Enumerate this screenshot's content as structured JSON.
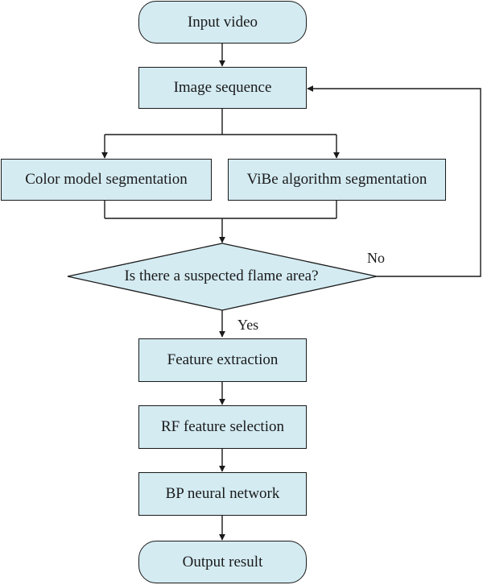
{
  "colors": {
    "node_fill": "#d4ebf2",
    "stroke": "#1a1a1a"
  },
  "nodes": {
    "input_video": "Input video",
    "image_sequence": "Image sequence",
    "color_model_segmentation": "Color model segmentation",
    "vibe_segmentation": "ViBe algorithm segmentation",
    "decision": "Is there a suspected flame area?",
    "feature_extraction": "Feature extraction",
    "rf_feature_selection": "RF feature selection",
    "bp_neural_network": "BP neural network",
    "output_result": "Output result"
  },
  "edge_labels": {
    "no": "No",
    "yes": "Yes"
  }
}
